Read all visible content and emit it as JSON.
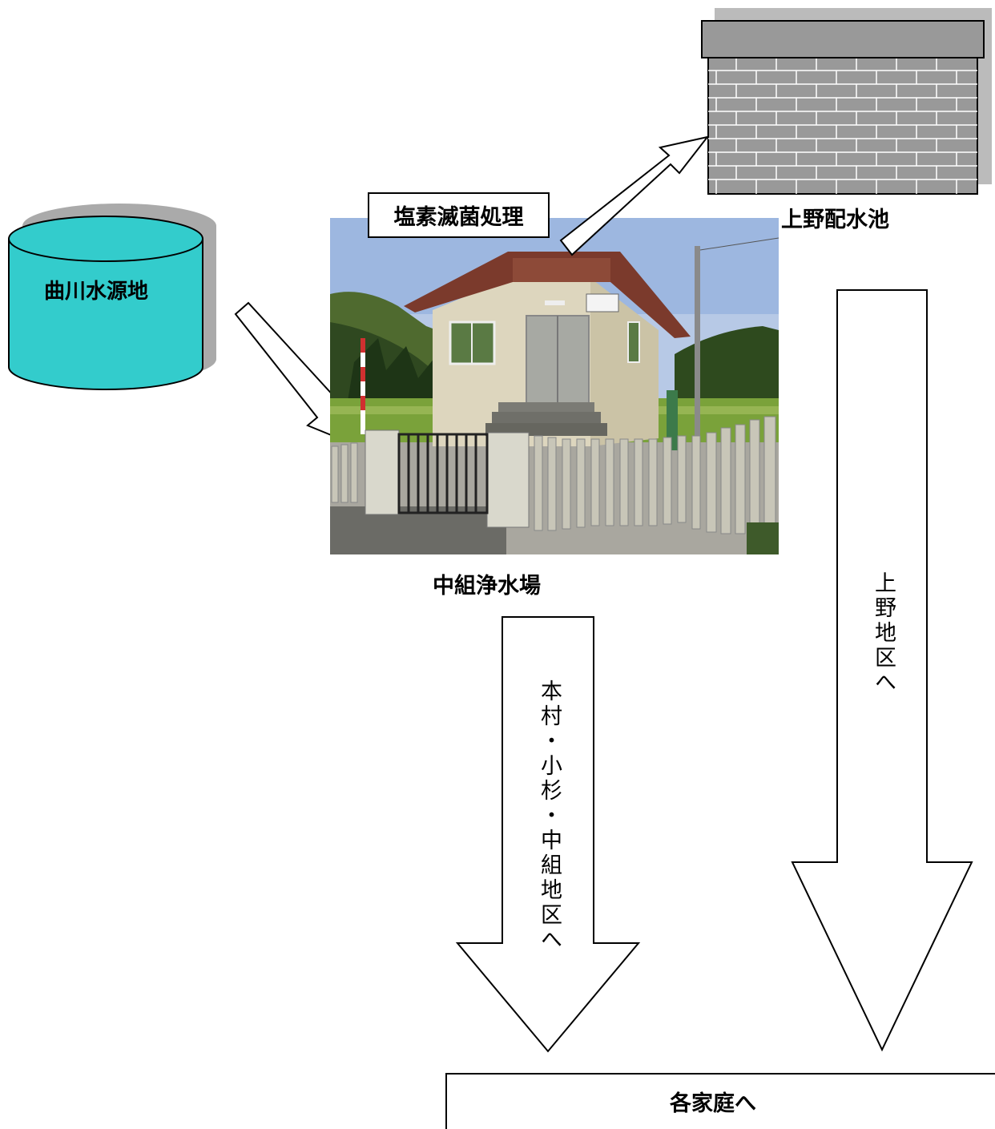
{
  "source": {
    "label": "曲川水源地",
    "fill_color": "#33cccc"
  },
  "treatment": {
    "label": "塩素滅菌処理"
  },
  "plant": {
    "label": "中組浄水場"
  },
  "reservoir": {
    "label": "上野配水池",
    "fill_color": "#999999"
  },
  "arrow_uwano": {
    "label": "上野地区へ"
  },
  "arrow_honmura": {
    "label": "本村・小杉・中組地区へ"
  },
  "destination": {
    "label": "各家庭へ"
  }
}
